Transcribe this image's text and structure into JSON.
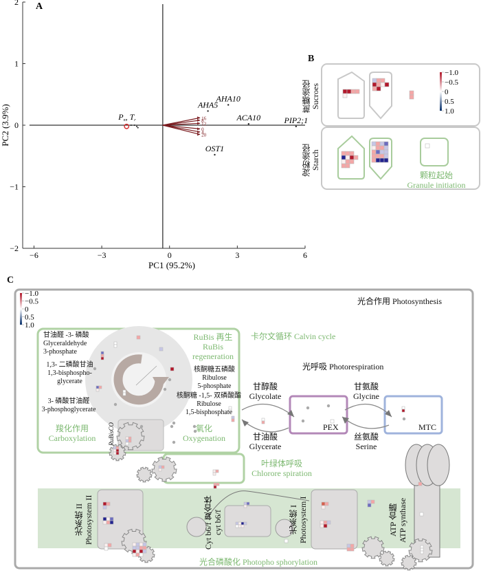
{
  "panelA": {
    "letter": "A",
    "chart_data": {
      "type": "scatter",
      "subtype": "pca-biplot",
      "title": "",
      "xlabel": "PC1 (95.2%)",
      "ylabel": "PC2 (3.9%)",
      "xlim": [
        -6.5,
        6
      ],
      "ylim": [
        -2,
        2
      ],
      "xticks": [
        -6,
        -3,
        0,
        3,
        6
      ],
      "yticks": [
        -2,
        -1,
        0,
        1,
        2
      ],
      "xtick_labels": [
        "−6",
        "−3",
        "0",
        "3",
        "6"
      ],
      "ytick_labels": [
        "−2",
        "−1",
        "0",
        "1",
        "2"
      ],
      "grid": false,
      "zero_lines": true,
      "points": [
        {
          "label": "AHA5",
          "x": 1.7,
          "y": 0.23
        },
        {
          "label": "AHA10",
          "x": 2.6,
          "y": 0.33
        },
        {
          "label": "ACA10",
          "x": 3.5,
          "y": 0.02
        },
        {
          "label": "PIP2;1",
          "x": 5.6,
          "y": -0.02
        },
        {
          "label": "OST1",
          "x": 2.0,
          "y": -0.48
        }
      ],
      "cluster": {
        "label_p": "P",
        "label_p_sub": "n",
        "label_t": "T",
        "label_t_sub": "r",
        "sep": ", ",
        "x": -1.9,
        "y": -0.02
      },
      "cluster_dots": [
        [
          -1.7,
          0.0
        ],
        [
          -1.55,
          0.0
        ],
        [
          -1.45,
          -0.02
        ],
        [
          -1.4,
          -0.04
        ]
      ],
      "arrows": [
        {
          "label": "16",
          "x": 1.35,
          "y": 0.12
        },
        {
          "label": "8",
          "x": 1.35,
          "y": 0.08
        },
        {
          "label": "12",
          "x": 1.35,
          "y": 0.03
        },
        {
          "label": "0",
          "x": 1.35,
          "y": -0.06
        },
        {
          "label": "4",
          "x": 1.35,
          "y": -0.11
        },
        {
          "label": "20",
          "x": 1.35,
          "y": -0.15
        }
      ],
      "arrow_origin": [
        -0.3,
        0.0
      ],
      "arrow_color": "#7a1b1f",
      "highlight_color": "#d62728"
    }
  },
  "panelB": {
    "letter": "B",
    "row_sucrose": {
      "zh": "蔗糖途径",
      "en": "Sucroes"
    },
    "row_starch": {
      "zh": "淀粉途径",
      "en": "Starch"
    },
    "granule": {
      "zh": "颗粒起始",
      "en": "Granule initiation"
    },
    "legend": {
      "labels": [
        "−1.0",
        "−0.5",
        "0",
        "0.5",
        "1.0"
      ],
      "min_color": "#b2182b",
      "mid_color": "#ffffff",
      "max_color": "#08306b"
    }
  },
  "panelC": {
    "letter": "C",
    "legend": {
      "labels": [
        "−1.0",
        "−0.5",
        "0",
        "0.5",
        "1.0"
      ]
    },
    "title": "光合作用 Photosynthesis",
    "calvin": {
      "label": "卡尔文循环 Calvin cycle"
    },
    "g3p": {
      "zh": "甘油醛 -3- 磷酸",
      "en1": "Glyceraldehyde",
      "en2": "3-phosphate"
    },
    "bpg": {
      "zh": "1,3- 二磷酸甘油",
      "en1": "1,3-bisphospho-",
      "en2": "glycerate"
    },
    "pga": {
      "zh": "3- 磷酸甘油醛",
      "en1": "3-phosphoglycerate"
    },
    "rubis_regen": {
      "zh": "RuBis 再生",
      "en1": "RuBis",
      "en2": "regeneration"
    },
    "ru5p": {
      "zh": "核酮糖五磷酸",
      "en1": "Ribulose",
      "en2": "5-phosphate"
    },
    "rubp": {
      "zh": "核酮糖 -1,5- 双磷酸酯",
      "en1": "Ribulose",
      "en2": "1,5-bisphosphate"
    },
    "carboxylation": {
      "zh": "羧化作用",
      "en": "Carboxylation"
    },
    "oxygenation": {
      "zh": "氧化",
      "en": "Oxygenation"
    },
    "rubisco": "RuBisCO",
    "photorespiration": "光呼吸 Photorespiration",
    "glycolate": {
      "zh": "甘醇酸",
      "en": "Glycolate"
    },
    "glycerate": {
      "zh": "甘油酸",
      "en": "Glycerate"
    },
    "glycine": {
      "zh": "甘氨酸",
      "en": "Glycine"
    },
    "serine": {
      "zh": "丝氨酸",
      "en": "Serine"
    },
    "pex": "PEX",
    "mtc": "MTC",
    "chlororespiration": {
      "zh": "叶绿体呼吸",
      "en": "Chlorore spiration"
    },
    "psii": {
      "zh": "光系统 II",
      "en": "Photosystem II"
    },
    "cytb6f": {
      "zh": "Cyt b6/f 复合体",
      "en": "cyt b6/f"
    },
    "psi": {
      "zh": "光系统 I",
      "en": "Photosystem I"
    },
    "atp": {
      "zh": "ATP 合酶",
      "en": "ATP synthase"
    },
    "photophos": "光合磷酸化 Photopho sphorylation"
  }
}
